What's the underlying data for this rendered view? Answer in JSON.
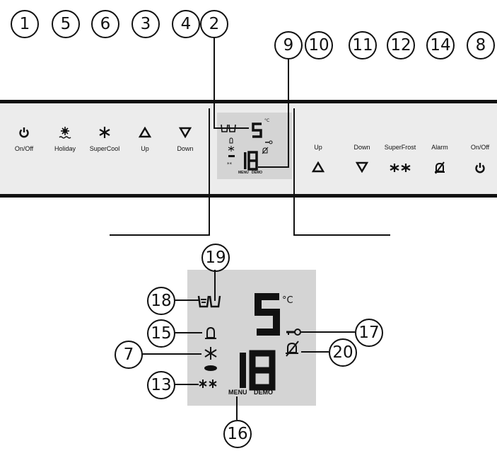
{
  "callouts": {
    "c1": "1",
    "c5": "5",
    "c6": "6",
    "c3": "3",
    "c4": "4",
    "c2": "2",
    "c9": "9",
    "c10": "10",
    "c11": "11",
    "c12": "12",
    "c14": "14",
    "c8": "8",
    "c19": "19",
    "c18": "18",
    "c15": "15",
    "c17": "17",
    "c7": "7",
    "c20": "20",
    "c13": "13",
    "c16": "16"
  },
  "left_buttons": {
    "onoff": "On/Off",
    "holiday": "Holiday",
    "supercool": "SuperCool",
    "up": "Up",
    "down": "Down"
  },
  "right_buttons": {
    "up": "Up",
    "down": "Down",
    "superfrost": "SuperFrost",
    "alarm": "Alarm",
    "onoff": "On/Off"
  },
  "display": {
    "upper_digit": "5",
    "lower_digits": "18",
    "unit": "°C",
    "menu": "MENU",
    "demo": "DEMO"
  },
  "icons": {
    "power": "power-icon",
    "holiday": "holiday-icon",
    "supercool": "snowflake-icon",
    "up": "triangle-up-icon",
    "down": "triangle-down-icon",
    "superfrost": "double-star-icon",
    "alarm": "bell-off-icon",
    "bell": "bell-icon",
    "key": "key-icon",
    "wash": "wash-icon"
  }
}
